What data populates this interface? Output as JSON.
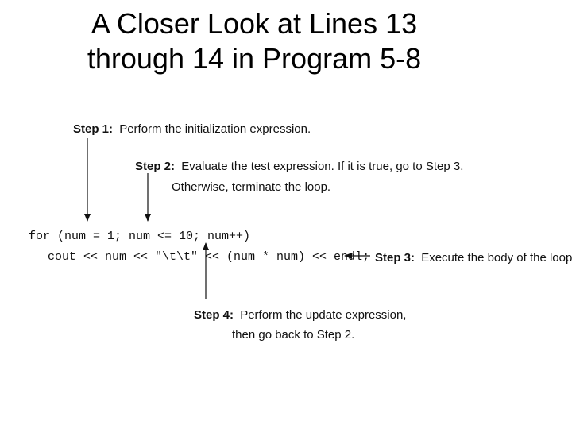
{
  "title": {
    "line1": "A Closer Look at Lines 13",
    "line2": "through 14 in Program 5-8"
  },
  "code": {
    "line1": "for (num = 1; num <= 10; num++)",
    "line2": "cout << num << \"\\t\\t\" << (num * num) << endl;"
  },
  "steps": {
    "step1": {
      "label": "Step 1:",
      "text": "Perform the initialization expression."
    },
    "step2": {
      "label": "Step 2:",
      "text": "Evaluate the test expression. If it is true, go to Step 3.",
      "text2": "Otherwise, terminate the loop."
    },
    "step3": {
      "label": "Step 3:",
      "text": "Execute the body of the loop."
    },
    "step4": {
      "label": "Step 4:",
      "text": "Perform the update expression,",
      "text2": "then go back to Step 2."
    }
  }
}
